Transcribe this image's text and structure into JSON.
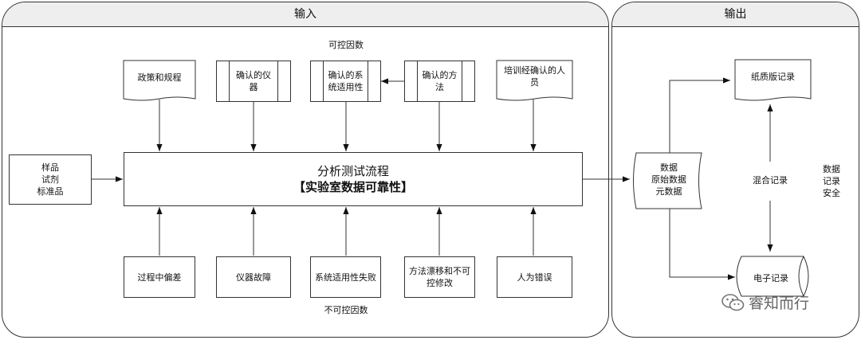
{
  "panels": {
    "input": {
      "title": "输入"
    },
    "output": {
      "title": "输出"
    }
  },
  "labels": {
    "controllable": "可控因数",
    "uncontrollable": "不可控因数"
  },
  "top_inputs": {
    "policy": "政策和规程",
    "instrument_line1": "确认的仪",
    "instrument_line2": "器",
    "system_line1": "确认的系",
    "system_line2": "统适用性",
    "method_line1": "确认的方",
    "method_line2": "法",
    "staff_line1": "培训经确认的人",
    "staff_line2": "员"
  },
  "sample_box": {
    "line1": "样品",
    "line2": "试剂",
    "line3": "标准品"
  },
  "process": {
    "title": "分析测试流程",
    "subtitle": "【实验室数据可靠性】"
  },
  "bottom_factors": {
    "deviation": "过程中偏差",
    "failure": "仪器故障",
    "sst_fail": "系统适用性失败",
    "drift_line1": "方法漂移和不可",
    "drift_line2": "控修改",
    "human": "人为错误"
  },
  "output": {
    "data_line1": "数据",
    "data_line2": "原始数据",
    "data_line3": "元数据",
    "paper": "纸质版记录",
    "hybrid": "混合记录",
    "electronic": "电子记录",
    "security_line1": "数据",
    "security_line2": "记录",
    "security_line3": "安全"
  },
  "watermark": {
    "icon": "wechat-icon",
    "text": "睿知而行"
  },
  "colors": {
    "line": "#333333",
    "panel_header": "#eeeeee"
  }
}
